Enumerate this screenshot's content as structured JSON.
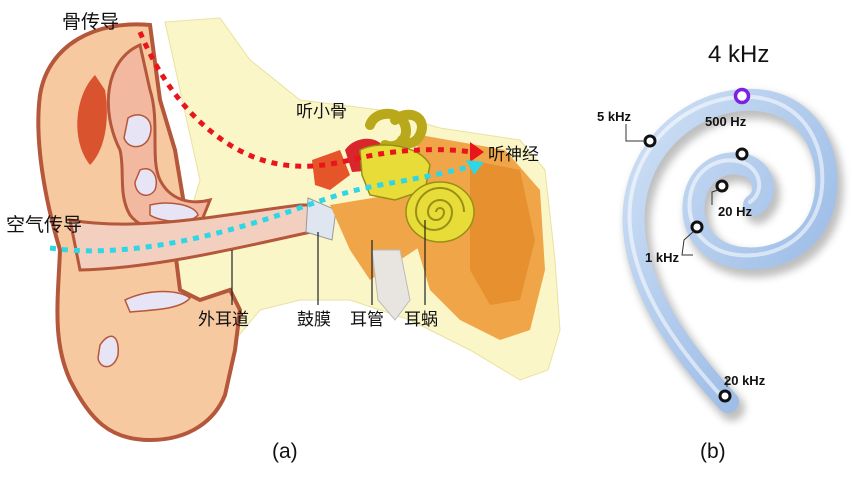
{
  "panel_a": {
    "labels": {
      "bone_conduction": "骨传导",
      "air_conduction": "空气传导",
      "ossicles": "听小骨",
      "auditory_nerve": "听神经",
      "ear_canal": "外耳道",
      "eardrum": "鼓膜",
      "ear_tube": "耳管",
      "cochlea": "耳蜗"
    },
    "caption": "(a)"
  },
  "panel_b": {
    "frequency_labels": {
      "f4k": "4 kHz",
      "f5k": "5 kHz",
      "f500": "500 Hz",
      "f20": "20 Hz",
      "f1k": "1 kHz",
      "f20k": "20 kHz"
    },
    "caption": "(b)"
  },
  "colors": {
    "bone_path": "#e8151b",
    "air_path": "#2ed6e6",
    "highlight_marker": "#7b22e0"
  }
}
